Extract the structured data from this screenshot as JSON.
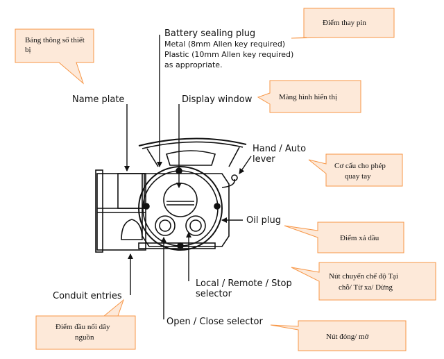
{
  "labels": {
    "battery_plug": "Battery sealing plug",
    "battery_metal": "Metal (8mm Allen key required)",
    "battery_plastic": "Plastic (10mm Allen key required)",
    "battery_appropriate": "as appropriate.",
    "name_plate": "Name plate",
    "display_window": "Display window",
    "hand_auto_1": "Hand / Auto",
    "hand_auto_2": "lever",
    "oil_plug": "Oil plug",
    "lrs_1": "Local / Remote / Stop",
    "lrs_2": "selector",
    "conduit": "Conduit entries",
    "open_close": "Open / Close selector"
  },
  "callouts": {
    "name_plate_vn_1": "Bảng thông số thiết",
    "name_plate_vn_2": "bị",
    "battery_vn": "Điểm thay pin",
    "display_vn": "Màng hình hiển thị",
    "lever_vn_1": "Cơ cấu cho phép",
    "lever_vn_2": "quay tay",
    "oil_vn": "Điểm xả dầu",
    "lrs_vn_1": "Nút chuyển chế độ Tại",
    "lrs_vn_2": "chỗ/ Từ xa/ Dừng",
    "conduit_vn_1": "Điểm đầu nối dây",
    "conduit_vn_2": "nguồn",
    "open_close_vn": "Nút đóng/ mở"
  },
  "colors": {
    "callout_fill": "#fde9d9",
    "callout_stroke": "#f79646",
    "line": "#111111"
  }
}
